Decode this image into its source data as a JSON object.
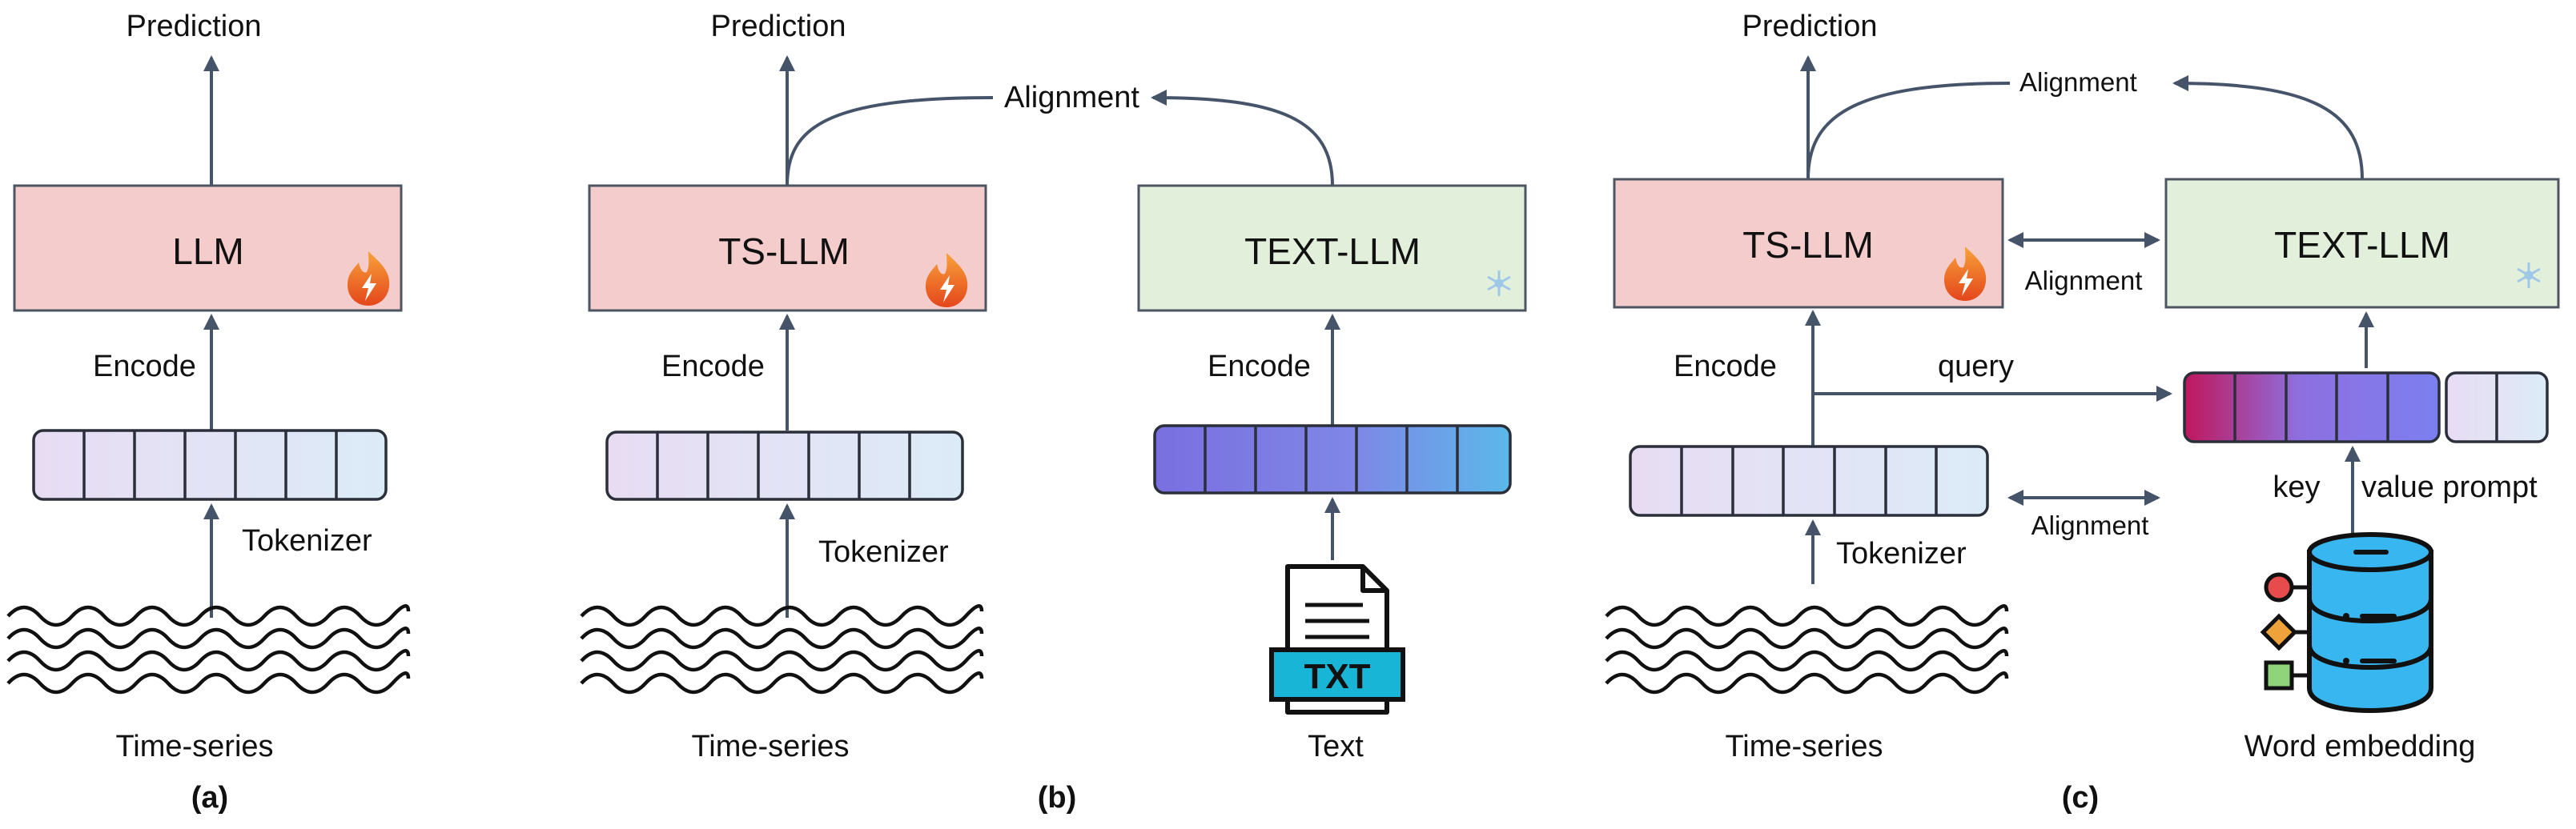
{
  "colors": {
    "llm_box": "#f4cccc",
    "text_llm_box": "#e2efda",
    "box_border": "#4d5563",
    "arrow": "#46546a",
    "ts_token_left": "#e8dcf3",
    "ts_token_right": "#dcebf8",
    "text_token_left": "#7a6fe0",
    "text_token_right": "#5bb8ea",
    "key_left": "#c0175c",
    "key_right": "#7c7ff0",
    "fire": "#ef6a25",
    "snowflake": "#9fc8e8",
    "db_blue": "#38b6f0",
    "txt_icon": "#19b5d6"
  },
  "panel_a": {
    "prediction": "Prediction",
    "model": "LLM",
    "encode": "Encode",
    "tokenizer": "Tokenizer",
    "input": "Time-series",
    "caption": "(a)",
    "model_icon": "fire-icon"
  },
  "panel_b": {
    "prediction": "Prediction",
    "alignment": "Alignment",
    "ts_model": "TS-LLM",
    "text_model": "TEXT-LLM",
    "encode_ts": "Encode",
    "encode_text": "Encode",
    "tokenizer": "Tokenizer",
    "input_ts": "Time-series",
    "input_text": "Text",
    "txt_badge": "TXT",
    "caption": "(b)",
    "ts_model_icon": "fire-icon",
    "text_model_icon": "snowflake-icon"
  },
  "panel_c": {
    "prediction": "Prediction",
    "alignment_top": "Alignment",
    "alignment_mid": "Alignment",
    "alignment_bottom": "Alignment",
    "ts_model": "TS-LLM",
    "text_model": "TEXT-LLM",
    "encode": "Encode",
    "query": "query",
    "key": "key",
    "value_prompt": "value prompt",
    "tokenizer": "Tokenizer",
    "input_ts": "Time-series",
    "input_embed": "Word embedding",
    "caption": "(c)",
    "ts_model_icon": "fire-icon",
    "text_model_icon": "snowflake-icon"
  }
}
